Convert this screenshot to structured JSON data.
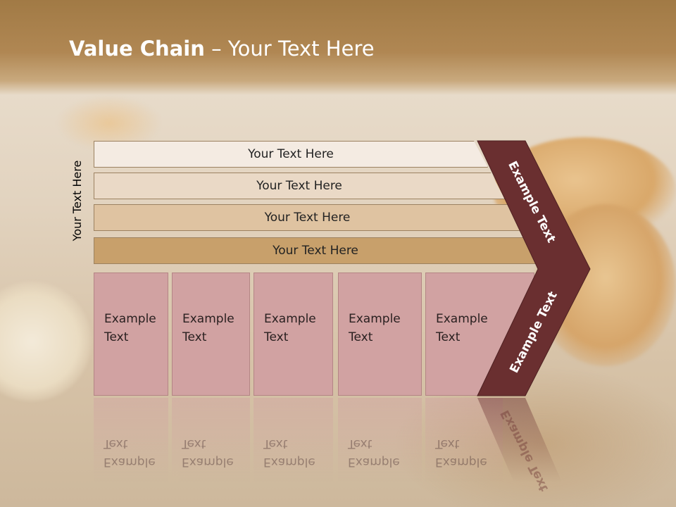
{
  "title": {
    "bold": "Value Chain",
    "rest": " – Your Text Here"
  },
  "side_label": "Your Text Here",
  "rows": [
    {
      "label": "Your Text Here",
      "color": "#f4ebe2"
    },
    {
      "label": "Your Text Here",
      "color": "#ead9c6"
    },
    {
      "label": "Your Text Here",
      "color": "#dfc3a1"
    },
    {
      "label": "Your Text Here",
      "color": "#c8a06b"
    }
  ],
  "boxes": [
    {
      "line1": "Example",
      "line2": "Text"
    },
    {
      "line1": "Example",
      "line2": "Text"
    },
    {
      "line1": "Example",
      "line2": "Text"
    },
    {
      "line1": "Example",
      "line2": "Text"
    },
    {
      "line1": "Example",
      "line2": "Text"
    }
  ],
  "chevron_top_label": "Example Text",
  "chevron_bottom_label": "Example Text",
  "colors": {
    "chevron": "#6a2f30",
    "box": "#d1a2a2",
    "header": "#a17a45"
  }
}
